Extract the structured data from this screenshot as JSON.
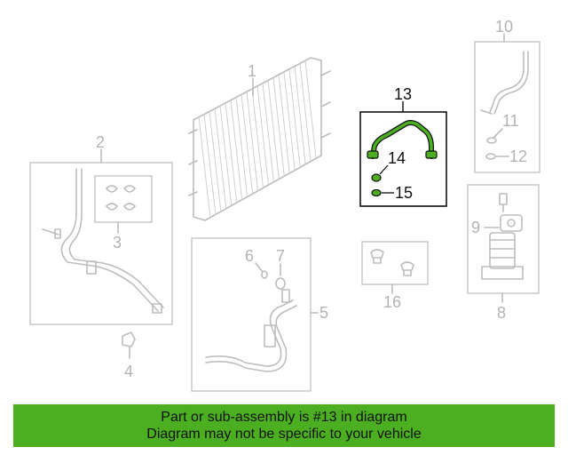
{
  "callouts": {
    "p1": "1",
    "p2": "2",
    "p3": "3",
    "p4": "4",
    "p5": "5",
    "p6": "6",
    "p7": "7",
    "p8": "8",
    "p9": "9",
    "p10": "10",
    "p11": "11",
    "p12": "12",
    "p13": "13",
    "p14": "14",
    "p15": "15",
    "p16": "16"
  },
  "highlight_part": "13",
  "colors": {
    "highlight": "#4caf22",
    "line": "#bdbdbd",
    "banner_bg": "#4caf22",
    "text_dark": "#111111"
  },
  "banner": {
    "line1": "Part or sub-assembly is #13 in diagram",
    "line2": "Diagram may not be specific to your vehicle"
  }
}
